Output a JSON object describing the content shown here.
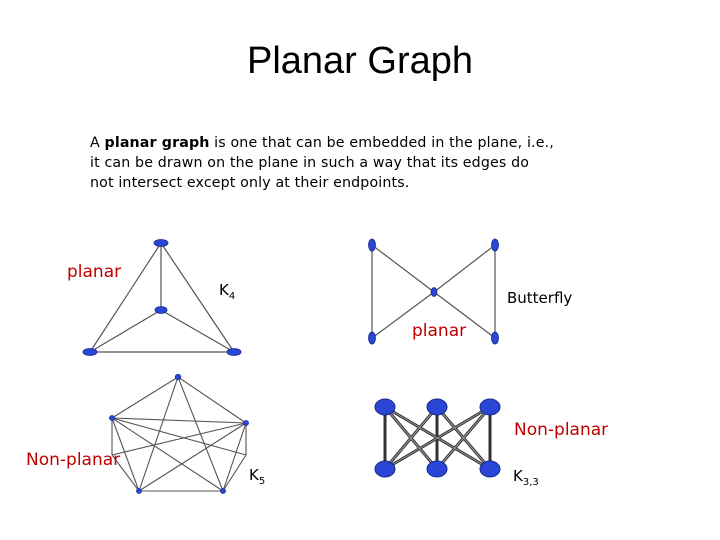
{
  "title": "Planar Graph",
  "definition": {
    "line1_prefix": "A ",
    "line1_bold": "planar graph",
    "line1_suffix": " is one that can be embedded in the plane, i.e.,",
    "line2": "it can be drawn on the plane in such a way that its edges do",
    "line3": "not intersect except only at their endpoints."
  },
  "labels": {
    "planar_left": "planar",
    "k4_main": "K",
    "k4_sub": "4",
    "butterfly": "Butterfly",
    "planar_center": "planar",
    "nonplanar_left": "Non-planar",
    "k5_main": "K",
    "k5_sub": "5",
    "nonplanar_right": "Non-planar",
    "k33_main": "K",
    "k33_sub": "3,3"
  },
  "colors": {
    "label_red": "#c00000",
    "node_blue": "#1f3fbf",
    "node_fill": "#2946d6",
    "edge_gray": "#555555"
  }
}
